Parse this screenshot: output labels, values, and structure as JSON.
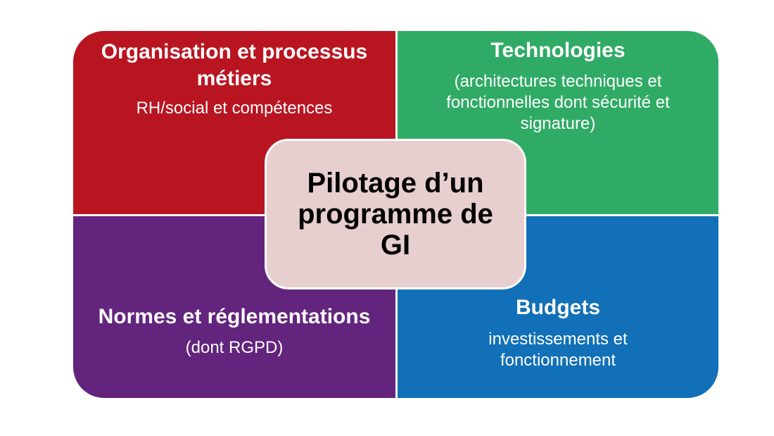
{
  "diagram": {
    "center": {
      "label": "Pilotage d’un programme de GI",
      "color": "#e8cfcf"
    },
    "quadrants": [
      {
        "position": "top-left",
        "title": "Organisation et processus métiers",
        "subtitle": "RH/social et compétences",
        "color": "#b91521"
      },
      {
        "position": "top-right",
        "title": "Technologies",
        "subtitle": "(architectures techniques et fonctionnelles dont sécurité et signature)",
        "color": "#2fab65"
      },
      {
        "position": "bottom-left",
        "title": "Normes et réglementations",
        "subtitle": "(dont RGPD)",
        "color": "#63247e"
      },
      {
        "position": "bottom-right",
        "title": "Budgets",
        "subtitle": "investissements et fonctionnement",
        "color": "#1170b7"
      }
    ]
  }
}
